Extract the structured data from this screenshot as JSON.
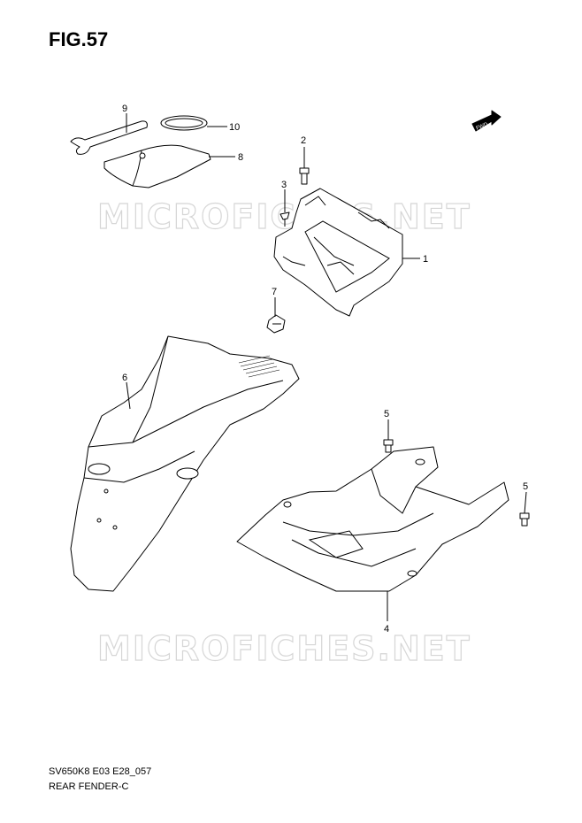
{
  "figure": {
    "title": "FIG.57",
    "model_code": "SV650K8 E03 E28_057",
    "name": "REAR FENDER-C"
  },
  "watermark": "MICROFICHES.NET",
  "fwd_label": "FWD",
  "callouts": {
    "c1": "1",
    "c2": "2",
    "c3": "3",
    "c4": "4",
    "c5a": "5",
    "c5b": "5",
    "c6": "6",
    "c7": "7",
    "c8": "8",
    "c9": "9",
    "c10": "10"
  },
  "colors": {
    "line": "#000000",
    "background": "#ffffff",
    "watermark": "#d6d6d6"
  }
}
